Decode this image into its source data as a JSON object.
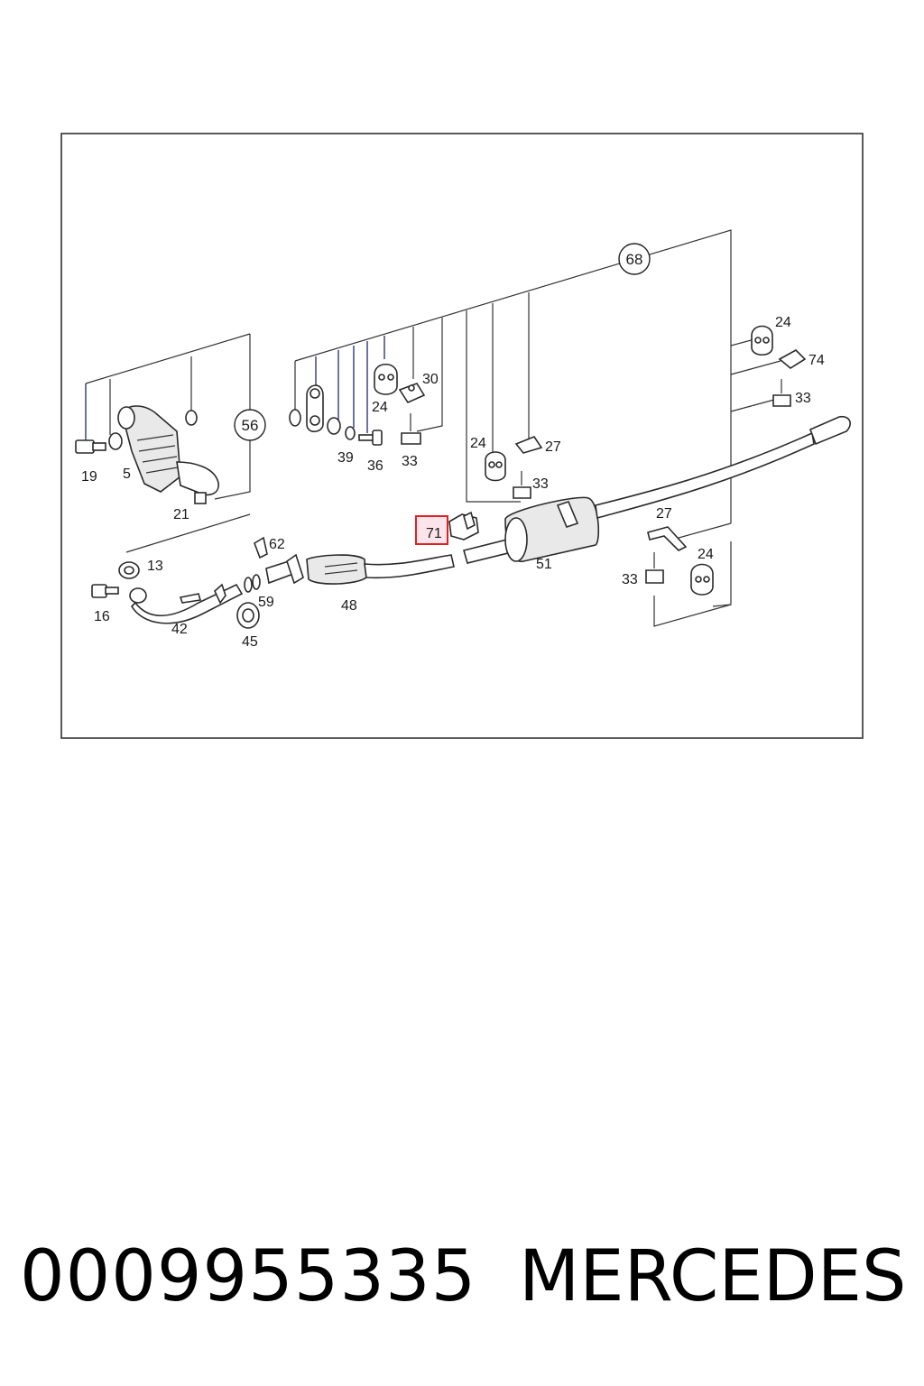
{
  "diagram": {
    "callouts": {
      "c56": "56",
      "c68": "68"
    },
    "labels": {
      "l19": "19",
      "l5": "5",
      "l21": "21",
      "l13": "13",
      "l16": "16",
      "l42": "42",
      "l45": "45",
      "l59": "59",
      "l62": "62",
      "l48": "48",
      "l39": "39",
      "l36": "36",
      "l24a": "24",
      "l33a": "33",
      "l30": "30",
      "l24b": "24",
      "l27a": "27",
      "l33b": "33",
      "l71": "71",
      "l51": "51",
      "l24c": "24",
      "l74": "74",
      "l33c": "33",
      "l27b": "27",
      "l24d": "24",
      "l33d": "33"
    },
    "highlight_color": "#e02020"
  },
  "footer": {
    "part_number": "0009955335",
    "brand": "MERCEDES"
  }
}
